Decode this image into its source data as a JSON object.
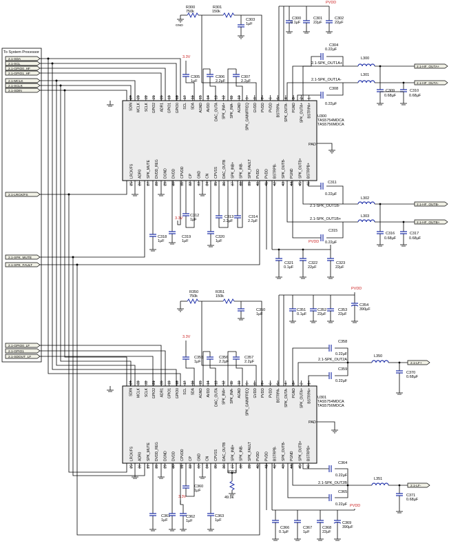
{
  "processor_box": {
    "title": "To System Processor",
    "signals_top": [
      "2.1-SDA",
      "2.1-SCL",
      "2.1-GPIO0_HF",
      "2.1-GPIO1_HF",
      "2.1-MCLK",
      "2.1-SCLK",
      "2.1-SDIN"
    ],
    "signals_mid": [
      "2.1-LRCK/FS",
      "2.1-SPK_MUTE",
      "2.1-SPK_FAULT"
    ],
    "signals_bottom": [
      "2.1-GPIO0_LF",
      "2.1-GPIO1",
      "2.1-SDOUT_LF"
    ]
  },
  "power_label": "PVDD",
  "logic_supply_label": "3.3V",
  "ground_label": "GND",
  "amp1": {
    "refdes": "U300",
    "part1": "TAS5754MDCA",
    "part2": "TAS5756MDCA",
    "pins_top": [
      {
        "n": "24",
        "name": "SDIN"
      },
      {
        "n": "23",
        "name": "MCLK"
      },
      {
        "n": "22",
        "name": "SCLK"
      },
      {
        "n": "21",
        "name": "GPIO2"
      },
      {
        "n": "20",
        "name": "ADR1"
      },
      {
        "n": "19",
        "name": "GPIO1"
      },
      {
        "n": "18",
        "name": "GPIO0"
      },
      {
        "n": "17",
        "name": "SCL"
      },
      {
        "n": "16",
        "name": "SDA"
      },
      {
        "n": "15",
        "name": "AGND"
      },
      {
        "n": "14",
        "name": "AVDD"
      },
      {
        "n": "13",
        "name": "DAC_OUTA"
      },
      {
        "n": "12",
        "name": "SPK_INA+"
      },
      {
        "n": "11",
        "name": "SPK_INA-"
      },
      {
        "n": "10",
        "name": "AGND"
      },
      {
        "n": "9",
        "name": "SPK_GAIN/FREQ"
      },
      {
        "n": "8",
        "name": "GVDD"
      },
      {
        "n": "7",
        "name": "PVDD"
      },
      {
        "n": "6",
        "name": "PVDD"
      },
      {
        "n": "5",
        "name": "BSTRPA-"
      },
      {
        "n": "4",
        "name": "SPK_OUTA-"
      },
      {
        "n": "3",
        "name": "PGND"
      },
      {
        "n": "2",
        "name": "SPK_OUTA+"
      },
      {
        "n": "1",
        "name": "BSTRPA+"
      }
    ],
    "pins_bottom": [
      {
        "n": "25",
        "name": "LRCK/FS"
      },
      {
        "n": "26",
        "name": "ADR0"
      },
      {
        "n": "27",
        "name": "SPK_MUTE"
      },
      {
        "n": "28",
        "name": "DVDD_REG"
      },
      {
        "n": "29",
        "name": "DGND"
      },
      {
        "n": "30",
        "name": "DVDD"
      },
      {
        "n": "31",
        "name": "CPVDD"
      },
      {
        "n": "32",
        "name": "CP"
      },
      {
        "n": "33",
        "name": "GND"
      },
      {
        "n": "34",
        "name": "CN"
      },
      {
        "n": "35",
        "name": "CPVSS"
      },
      {
        "n": "36",
        "name": "DAC_OUTB"
      },
      {
        "n": "37",
        "name": "SPK_INB+"
      },
      {
        "n": "38",
        "name": "SPK_INB-"
      },
      {
        "n": "39",
        "name": "SPK_FAULT"
      },
      {
        "n": "40",
        "name": "PVDD"
      },
      {
        "n": "41",
        "name": "PVDD"
      },
      {
        "n": "42",
        "name": "BSTRPB-"
      },
      {
        "n": "43",
        "name": "SPK_OUTB-"
      },
      {
        "n": "44",
        "name": "PGND"
      },
      {
        "n": "45",
        "name": "SPK_OUTB+"
      },
      {
        "n": "46",
        "name": "BSTRPB+"
      }
    ],
    "pad_label": "PAD",
    "outputs": [
      "2.1-SPK_OUT1A+",
      "2.1-SPK_OUT1A-",
      "2.1-SPK_OUT1B-",
      "2.1-SPK_OUT1B+"
    ],
    "connectors": [
      "2.1-HF_OUTA+",
      "2.1-HF_OUTA-",
      "2.1-HF_OUTB-",
      "2.1-HF_OUTB+"
    ],
    "components": {
      "R300": {
        "ref": "R300",
        "val": "750k"
      },
      "R301": {
        "ref": "R301",
        "val": "150k"
      },
      "C303": {
        "ref": "C303",
        "val": "1µF"
      },
      "C300": {
        "ref": "C300",
        "val": "0.1µF"
      },
      "C301": {
        "ref": "C301",
        "val": "22µF"
      },
      "C302": {
        "ref": "C302",
        "val": "22µF"
      },
      "C304": {
        "ref": "C304",
        "val": "0.22µF"
      },
      "C308": {
        "ref": "C308",
        "val": "0.22µF"
      },
      "C305": {
        "ref": "C305",
        "val": "1µF"
      },
      "C306": {
        "ref": "C306",
        "val": "2.2µF"
      },
      "C307": {
        "ref": "C307",
        "val": "2.2µF"
      },
      "L300": {
        "ref": "L300"
      },
      "L301": {
        "ref": "L301"
      },
      "C309": {
        "ref": "C309",
        "val": "0.68µF"
      },
      "C310": {
        "ref": "C310",
        "val": "0.68µF"
      },
      "C311": {
        "ref": "C311",
        "val": "0.22µF"
      },
      "C315": {
        "ref": "C315",
        "val": "0.22µF"
      },
      "L302": {
        "ref": "L302"
      },
      "L303": {
        "ref": "L303"
      },
      "C316": {
        "ref": "C316",
        "val": "0.68µF"
      },
      "C317": {
        "ref": "C317",
        "val": "0.68µF"
      },
      "C312": {
        "ref": "C312",
        "val": "1µF"
      },
      "C313": {
        "ref": "C313",
        "val": "2.2µF"
      },
      "C314": {
        "ref": "C314",
        "val": "2.2µF"
      },
      "C318": {
        "ref": "C318",
        "val": "1µF"
      },
      "C319": {
        "ref": "C319",
        "val": "1µF"
      },
      "C320": {
        "ref": "C320",
        "val": "1µF"
      },
      "C321": {
        "ref": "C321",
        "val": "0.1µF"
      },
      "C322": {
        "ref": "C322",
        "val": "22µF"
      },
      "C323": {
        "ref": "C323",
        "val": "22µF"
      }
    }
  },
  "amp2": {
    "refdes": "U301",
    "part1": "TAS5754MDCA",
    "part2": "TAS5756MDCA",
    "pad_label": "PAD",
    "outputs": [
      "2.1-SPK_OUT2A",
      "2.1-SPK_OUT2B"
    ],
    "connectors": [
      "2.1-LF+",
      "2.1-LF-"
    ],
    "components": {
      "R350": {
        "ref": "R350",
        "val": "750k"
      },
      "R351": {
        "ref": "R351",
        "val": "150k"
      },
      "C350": {
        "ref": "C350",
        "val": "1µF"
      },
      "C351": {
        "ref": "C351",
        "val": "0.1µF"
      },
      "C352": {
        "ref": "C352",
        "val": "22µF"
      },
      "C353": {
        "ref": "C353",
        "val": "22µF"
      },
      "C354": {
        "ref": "C354",
        "val": "390µF"
      },
      "C358": {
        "ref": "C358",
        "val": "0.22µF"
      },
      "C359": {
        "ref": "C359",
        "val": "0.22µF"
      },
      "C355": {
        "ref": "C355",
        "val": "1µF"
      },
      "C356": {
        "ref": "C356",
        "val": "2.2µF"
      },
      "C357": {
        "ref": "C357",
        "val": "2.2µF"
      },
      "L350": {
        "ref": "L350"
      },
      "L351": {
        "ref": "L351"
      },
      "C370": {
        "ref": "C370",
        "val": "0.68µF"
      },
      "C371": {
        "ref": "C371",
        "val": "0.68µF"
      },
      "C364": {
        "ref": "C364",
        "val": "0.22µF"
      },
      "C365": {
        "ref": "C365",
        "val": "0.22µF"
      },
      "R352": {
        "ref": "R352",
        "val": "49.9k"
      },
      "C360": {
        "ref": "C360",
        "val": "1µF"
      },
      "C361": {
        "ref": "C361",
        "val": "1µF"
      },
      "C362": {
        "ref": "C362",
        "val": "1µF"
      },
      "C363": {
        "ref": "C363",
        "val": "1µF"
      },
      "C366": {
        "ref": "C366",
        "val": "0.1µF"
      },
      "C367": {
        "ref": "C367",
        "val": "1µF"
      },
      "C368": {
        "ref": "C368",
        "val": "22µF"
      },
      "C369": {
        "ref": "C369",
        "val": "390µF"
      }
    }
  }
}
